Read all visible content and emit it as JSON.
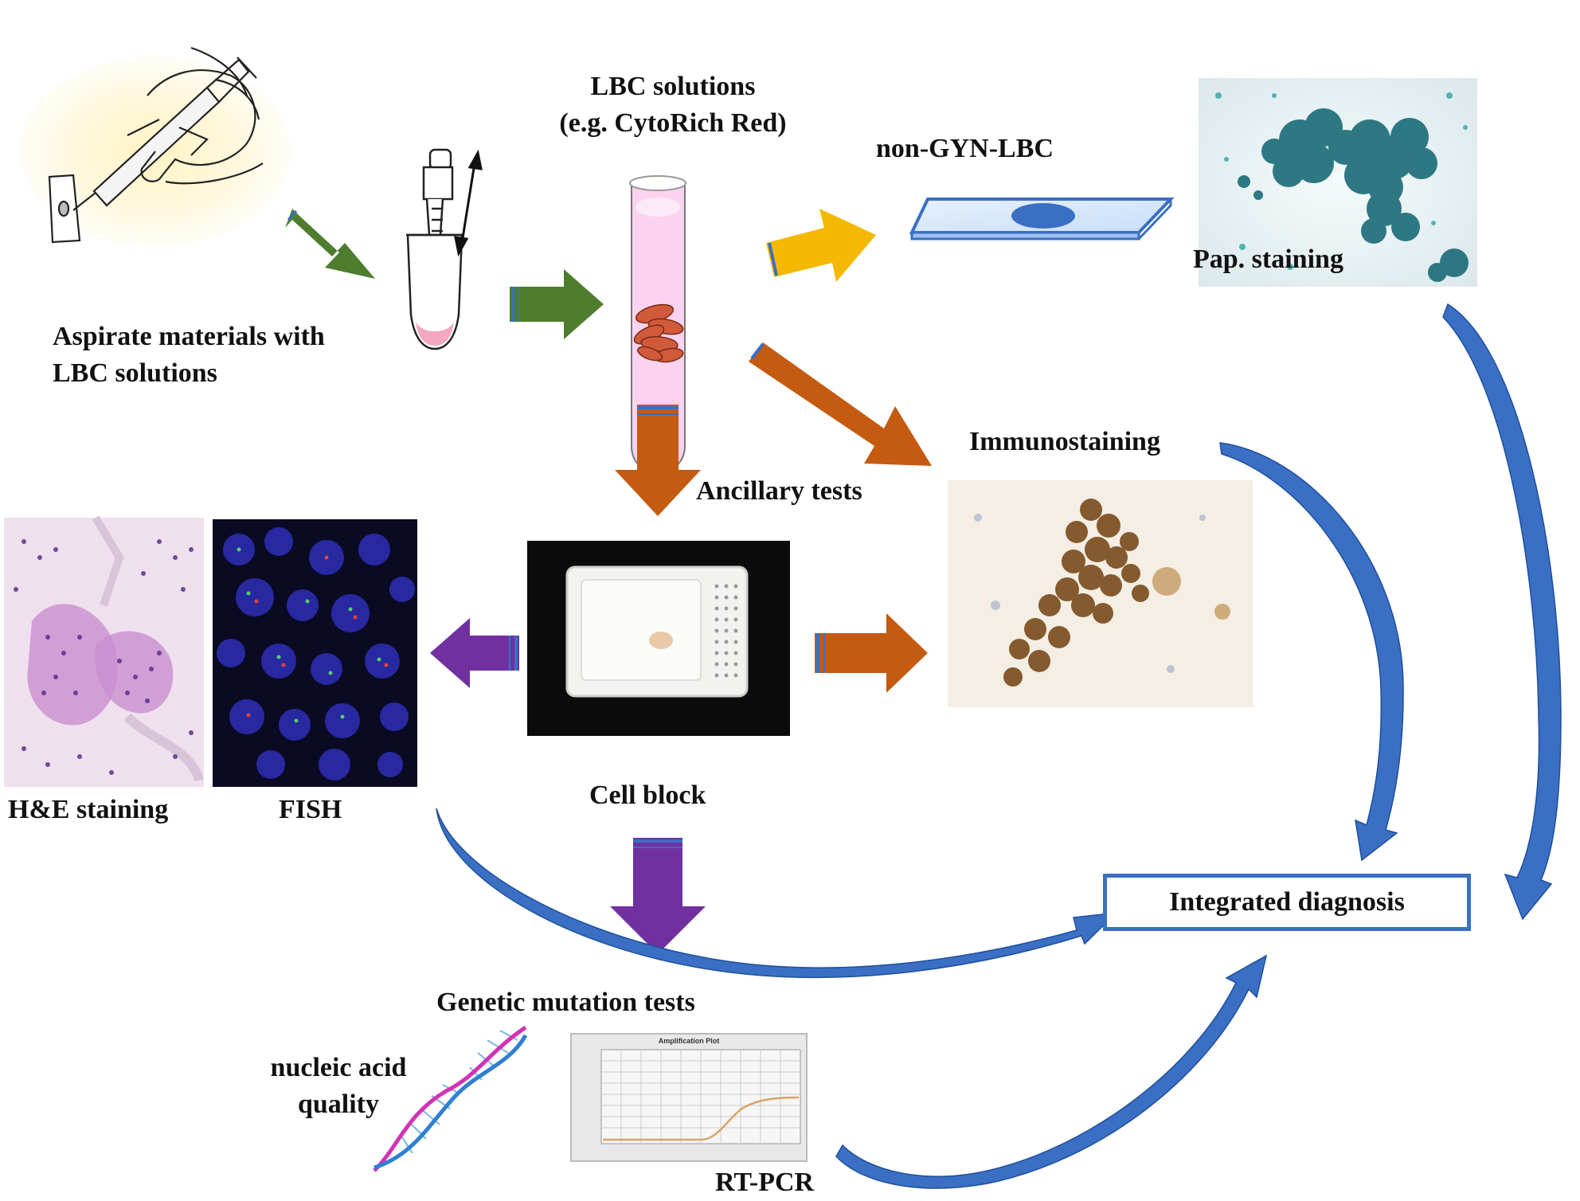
{
  "labels": {
    "aspirate_line1": "Aspirate materials with",
    "aspirate_line2": "LBC solutions",
    "lbc_line1": "LBC solutions",
    "lbc_line2": "(e.g. CytoRich Red)",
    "non_gyn": "non-GYN-LBC",
    "pap": "Pap. staining",
    "immuno": "Immunostaining",
    "ancillary": "Ancillary tests",
    "he": "H&E staining",
    "fish": "FISH",
    "cell_block": "Cell block",
    "integrated": "Integrated diagnosis",
    "genetic": "Genetic mutation tests",
    "nucleic_line1": "nucleic acid",
    "nucleic_line2": "quality",
    "rtpcr": "RT-PCR",
    "pcr_plot_title": "Amplification Plot"
  },
  "colors": {
    "green_arrow": "#4e7d2e",
    "yellow_arrow": "#f5b800",
    "orange_arrow": "#c55a11",
    "purple_arrow": "#7030a0",
    "blue_curve": "#3a6fc4",
    "tube_pink": "#fbd3ef",
    "pap_bg": "#eaf2f4",
    "pap_cells": "#1d6e7a",
    "immuno_cells": "#7a4a1c",
    "he_bg": "#efe0ee",
    "he_cells": "#7a4aa8",
    "fish_bg": "#0a0a22",
    "fish_cells": "#2a2aa8"
  }
}
